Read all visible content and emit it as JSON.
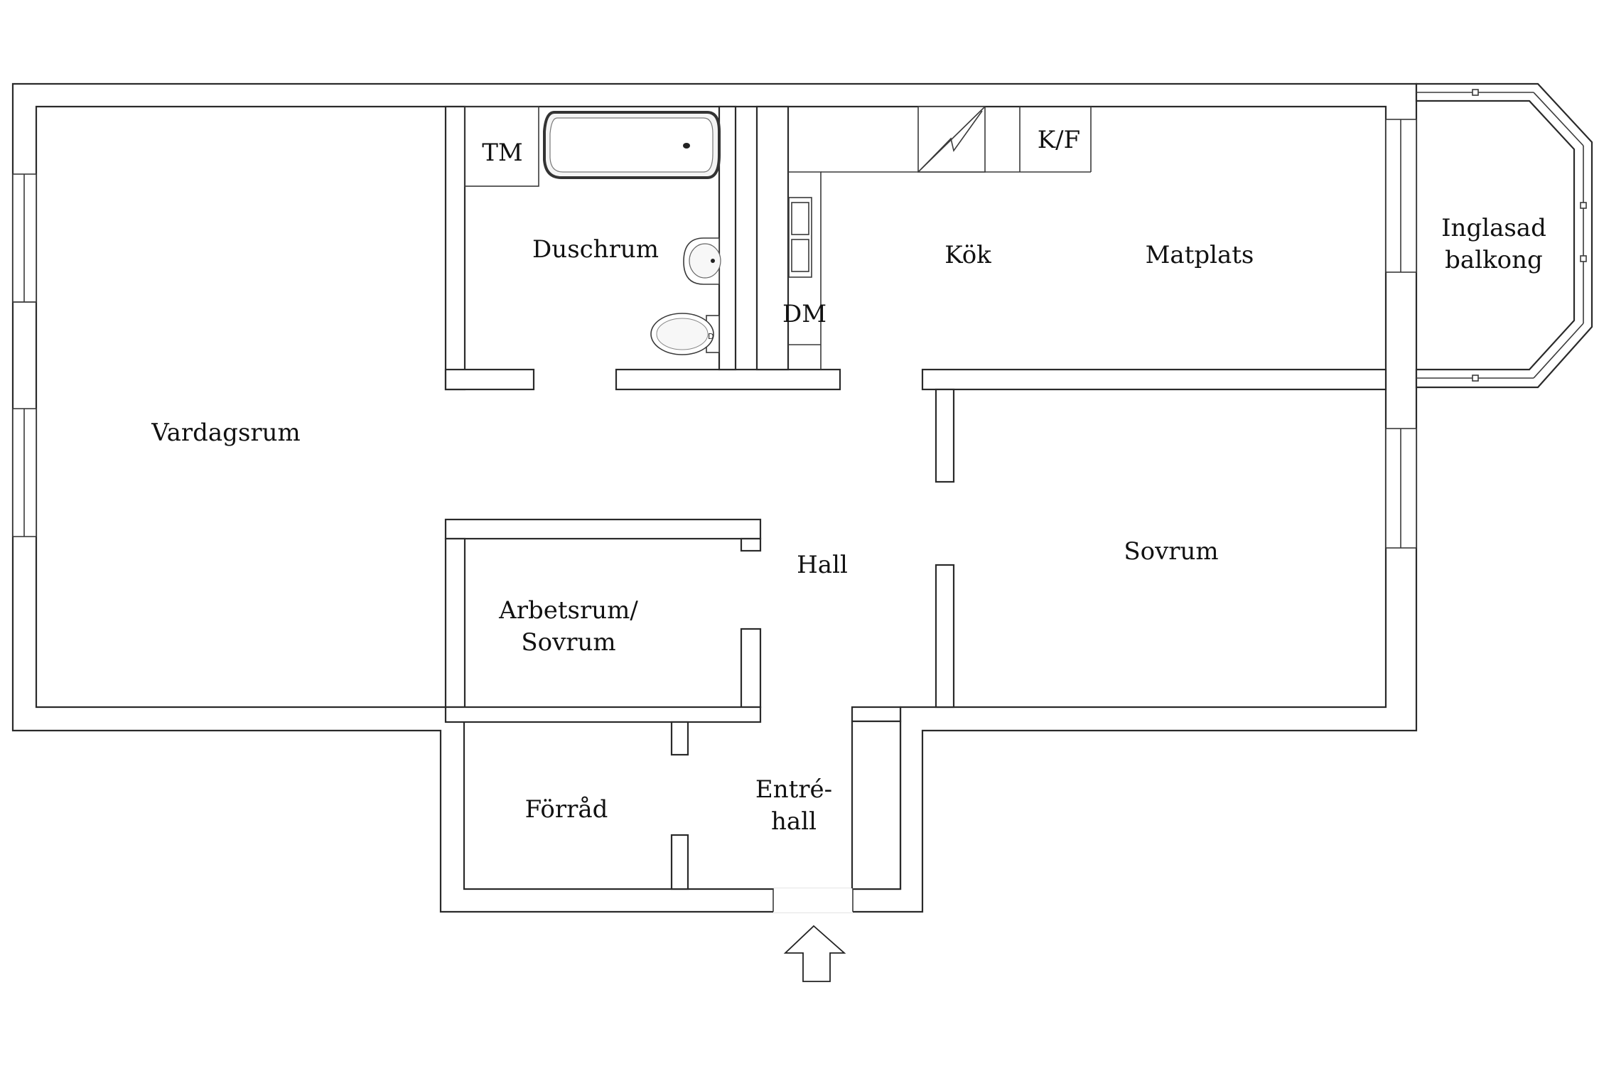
{
  "rooms": {
    "vardagsrum": "Vardagsrum",
    "tm": "TM",
    "duschrum": "Duschrum",
    "dm": "DM",
    "kok": "Kök",
    "kf": "K/F",
    "matplats": "Matplats",
    "balkong_line1": "Inglasad",
    "balkong_line2": "balkong",
    "hall": "Hall",
    "sovrum": "Sovrum",
    "arbetsrum_line1": "Arbetsrum/",
    "arbetsrum_line2": "Sovrum",
    "forrad": "Förråd",
    "entre_line1": "Entré-",
    "entre_line2": "hall"
  },
  "icons": [
    "entrance-arrow-icon",
    "bathtub-icon",
    "sink-icon",
    "toilet-icon",
    "stove-icon",
    "kitchen-sink-icon",
    "window-icon"
  ],
  "colors": {
    "line": "#2a2a2a",
    "background": "#ffffff"
  }
}
